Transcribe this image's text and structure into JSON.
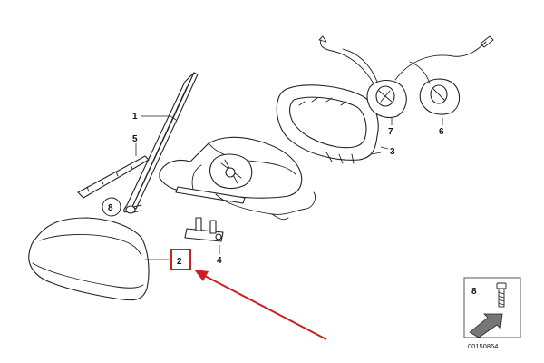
{
  "diagram": {
    "callouts": {
      "c1": "1",
      "c2": "2",
      "c3": "3",
      "c4": "4",
      "c5": "5",
      "c6": "6",
      "c7": "7",
      "c8": "8"
    },
    "legend_box": {
      "number": "8"
    },
    "catalog_code": "00150864",
    "colors": {
      "highlight": "#cc1f1f",
      "line": "#222222",
      "arrow_fill": "#777777"
    }
  }
}
